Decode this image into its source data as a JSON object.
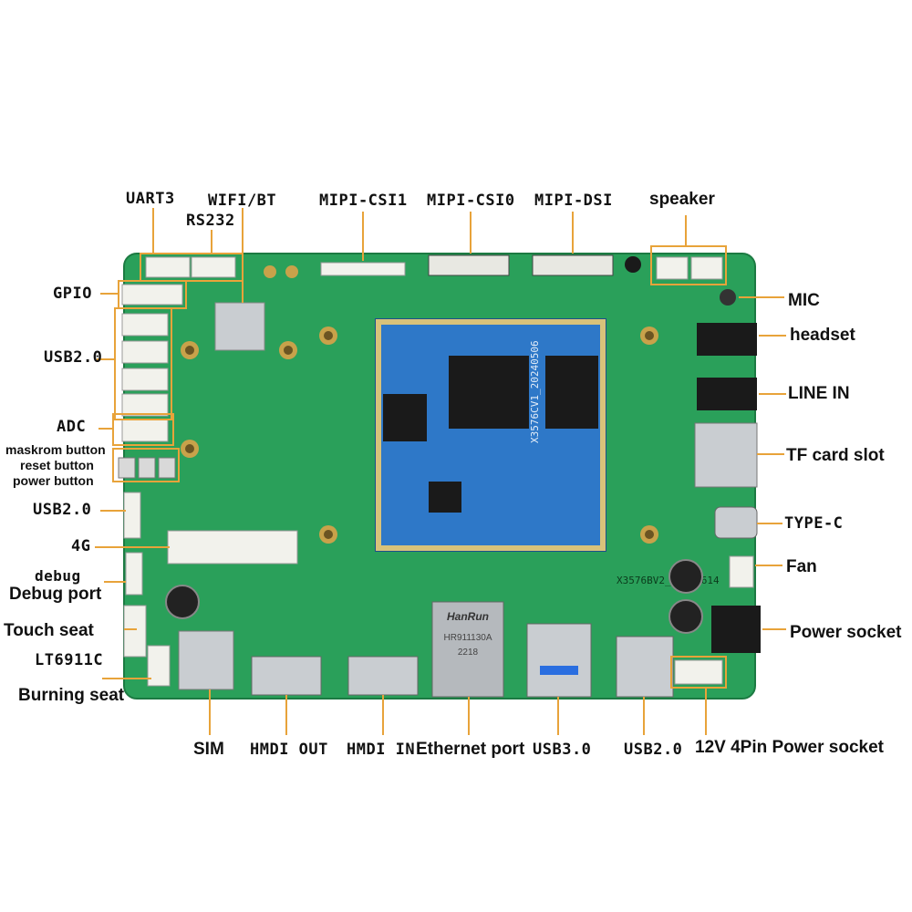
{
  "colors": {
    "pcb": "#2aa05a",
    "pcb_dark": "#1f8a4a",
    "som": "#2e78c8",
    "leader": "#e8a33a",
    "connector": "#f2f2ec",
    "metal": "#c9cdd1",
    "chip": "#1a1a1a"
  },
  "board_text": {
    "som_print": "X3576CV1_20240506",
    "board_print": "X3576BV2_20240614",
    "ethernet_brand": "HanRun",
    "ethernet_model": "HR911130A",
    "ethernet_code": "2218"
  },
  "labels": {
    "uart3": "UART3",
    "wifi_bt": "WIFI/BT",
    "rs232": "RS232",
    "mipi_csi1": "MIPI-CSI1",
    "mipi_csi0": "MIPI-CSI0",
    "mipi_dsi": "MIPI-DSI",
    "speaker": "speaker",
    "gpio": "GPIO",
    "mic": "MIC",
    "headset": "headset",
    "usb20_top": "USB2.0",
    "line_in": "LINE IN",
    "adc": "ADC",
    "maskrom_button": "maskrom button",
    "reset_button": "reset button",
    "power_button": "power button",
    "tf_card_slot": "TF card slot",
    "usb20_mid": "USB2.0",
    "type_c": "TYPE-C",
    "g4": "4G",
    "fan": "Fan",
    "debug": "debug",
    "debug_port": "Debug port",
    "touch_seat": "Touch seat",
    "power_socket": "Power socket",
    "lt6911c": "LT6911C",
    "burning_seat": "Burning seat",
    "sim": "SIM",
    "hdmi_out": "HMDI OUT",
    "hdmi_in": "HMDI IN",
    "ethernet_port": "Ethernet port",
    "usb30": "USB3.0",
    "usb20_bottom": "USB2.0",
    "power_12v": "12V 4Pin Power socket"
  }
}
